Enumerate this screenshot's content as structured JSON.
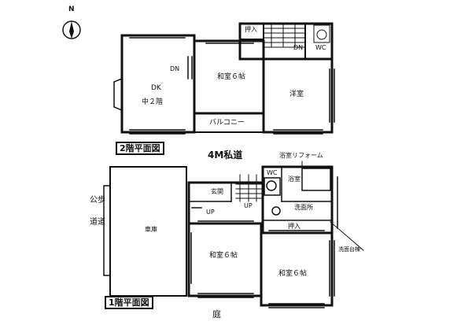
{
  "compass": {
    "north_label": "N"
  },
  "titles": {
    "floor2": "2階平面図",
    "floor1": "1階平面図"
  },
  "floor2_rooms": {
    "dk": "DK",
    "mezzanine": "中２階",
    "dn_left": "DN",
    "washitsu": "和室６帖",
    "yoshitsu": "洋室",
    "balcony": "バルコニー",
    "oshiire": "押入",
    "dn_right": "DN",
    "wc": "WC"
  },
  "floor1_rooms": {
    "garage": "車庫",
    "genkan": "玄関",
    "up_left": "UP",
    "up_mid": "UP",
    "wc": "WC",
    "bath": "浴室",
    "washroom": "洗面所",
    "oshiire": "押入",
    "washitsu_left": "和室６帖",
    "washitsu_right": "和室６帖"
  },
  "annotations": {
    "private_road": "4M私道",
    "bath_remodel": "浴室リフォーム",
    "public_road_1": "公歩",
    "public_road_2": "道道",
    "washstand": "洗面台棟",
    "garden": "庭"
  }
}
